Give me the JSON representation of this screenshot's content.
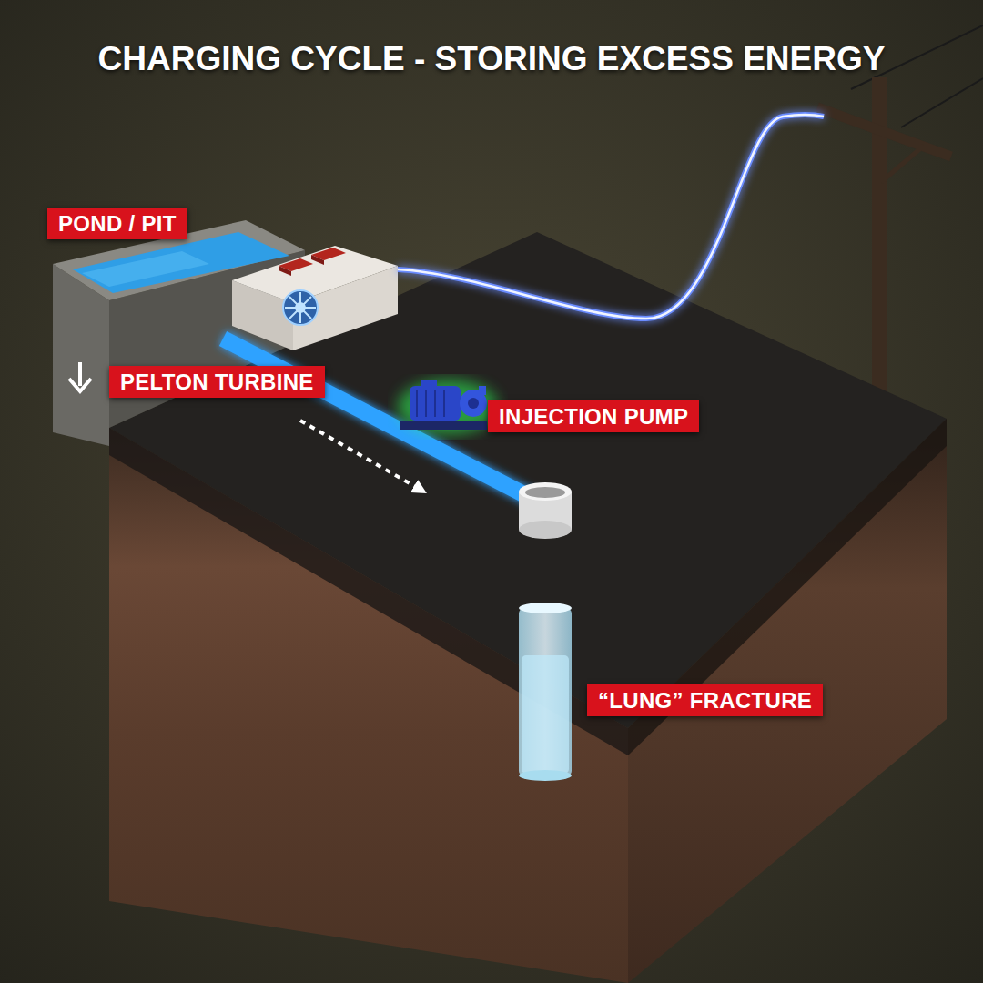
{
  "diagram": {
    "title": "CHARGING CYCLE - STORING EXCESS ENERGY",
    "nodes": [
      {
        "text": [
          "POND / PIT"
        ]
      },
      {
        "text": [
          "PELTON TURBINE"
        ]
      },
      {
        "text": [
          "INJECTION PUMP"
        ]
      },
      {
        "text": [
          "“LUNG” FRACTURE"
        ]
      }
    ]
  }
}
